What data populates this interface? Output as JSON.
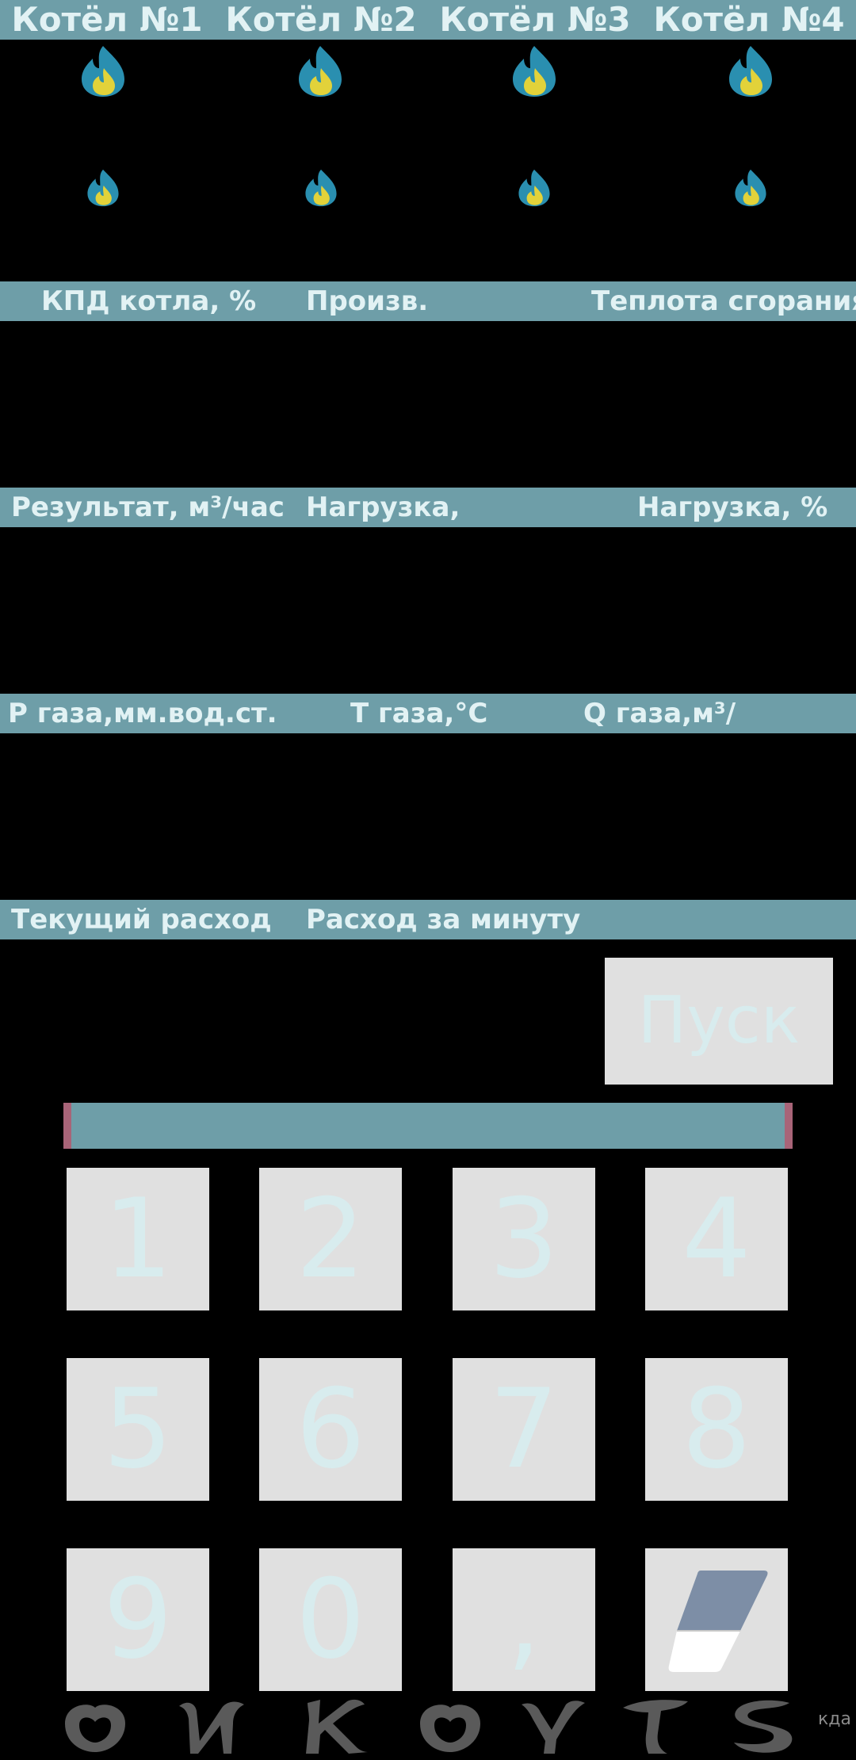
{
  "boilers": [
    {
      "title": "Котёл №1"
    },
    {
      "title": "Котёл №2"
    },
    {
      "title": "Котёл №3"
    },
    {
      "title": "Котёл №4"
    }
  ],
  "params_row1": {
    "efficiency": "КПД котла, %",
    "production": "Произв.",
    "heat_value": "Теплота сгорания"
  },
  "params_row2": {
    "result": "Результат, м³/час",
    "load": "Нагрузка,",
    "load_percent": "Нагрузка, %"
  },
  "params_row3": {
    "gas_pressure": "Р газа,мм.вод.ст.",
    "gas_temp": "Т газа,°С",
    "gas_flow": "Q газа,м³/"
  },
  "params_row4": {
    "current_consumption": "Текущий расход",
    "consumption_per_minute": "Расход за минуту"
  },
  "start_button": "Пуск",
  "keypad": [
    "1",
    "2",
    "3",
    "4",
    "5",
    "6",
    "7",
    "8",
    "9",
    "0",
    ","
  ],
  "nav_label": "кда",
  "colors": {
    "band": "#6e9ea8",
    "band_text": "#e2f2f4",
    "flame_outer": "#2a8fb0",
    "flame_inner": "#e2d23a",
    "key_bg": "#e0e0e0",
    "display_border": "#a86478"
  },
  "icons": {
    "flame": "flame-icon",
    "eraser": "eraser-icon"
  }
}
